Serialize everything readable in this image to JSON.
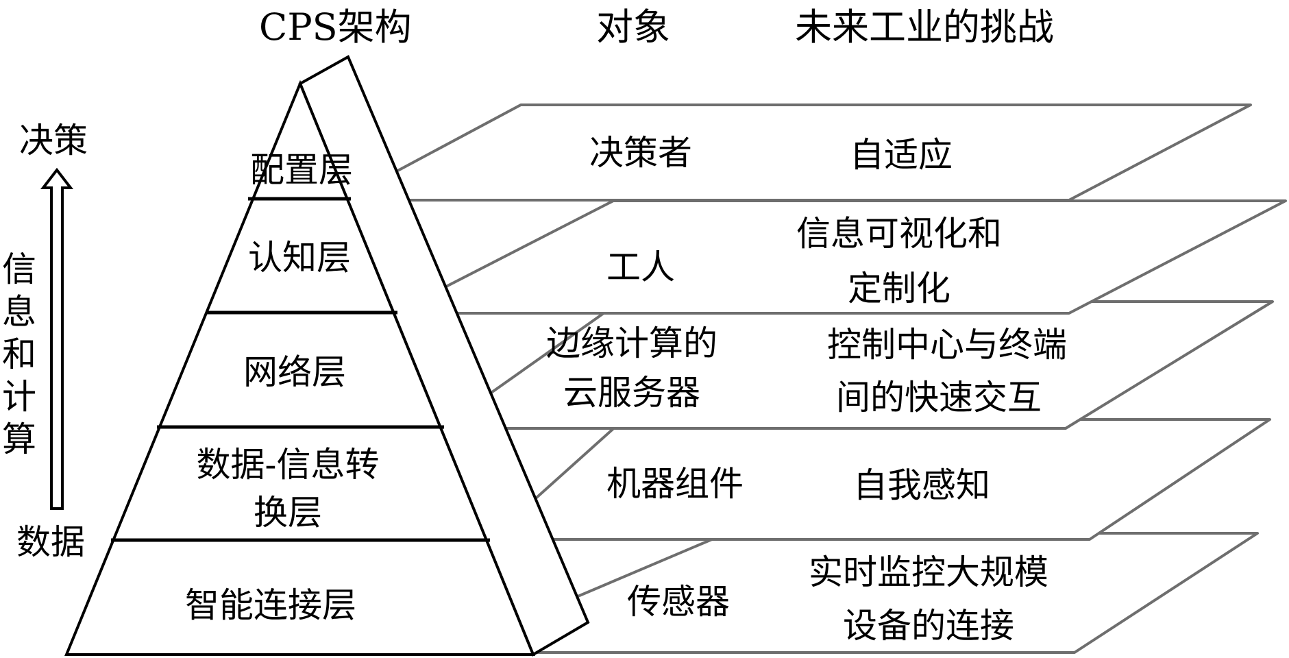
{
  "header": {
    "cps_title": "CPS架构",
    "object_title": "对象",
    "challenge_title": "未来工业的挑战"
  },
  "axis": {
    "top_label": "决策",
    "middle_label": [
      "信",
      "息",
      "和",
      "计",
      "算"
    ],
    "bottom_label": "数据"
  },
  "layers": [
    {
      "name": [
        "配置层"
      ],
      "object": [
        "决策者"
      ],
      "challenge": [
        "自适应"
      ]
    },
    {
      "name": [
        "认知层"
      ],
      "object": [
        "工人"
      ],
      "challenge": [
        "信息可视化和",
        "定制化"
      ]
    },
    {
      "name": [
        "网络层"
      ],
      "object": [
        "边缘计算的",
        "云服务器"
      ],
      "challenge": [
        "控制中心与终端",
        "间的快速交互"
      ]
    },
    {
      "name": [
        "数据-信息转",
        "换层"
      ],
      "object": [
        "机器组件"
      ],
      "challenge": [
        "自我感知"
      ]
    },
    {
      "name": [
        "智能连接层"
      ],
      "object": [
        "传感器"
      ],
      "challenge": [
        "实时监控大规模",
        "设备的连接"
      ]
    }
  ],
  "colors": {
    "pyramid_stroke": "#000000",
    "plane_stroke": "#6e6e6e"
  }
}
